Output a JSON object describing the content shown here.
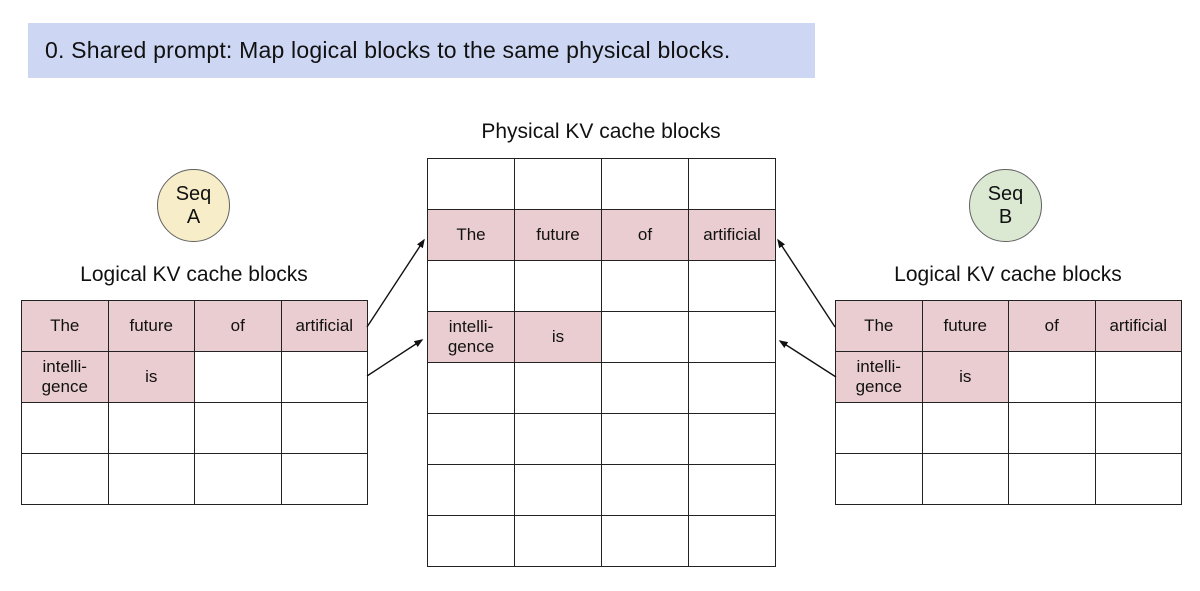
{
  "colors": {
    "banner_bg": "#cdd7f3",
    "filled_cell": "#eacdd0",
    "seq_a_bg": "#f7eec9",
    "seq_b_bg": "#dbe9d3",
    "grid_line": "#222222"
  },
  "banner": {
    "text": "0. Shared prompt: Map logical blocks to the same physical blocks."
  },
  "physical_blocks": {
    "title": "Physical KV cache blocks",
    "grid": [
      [
        {},
        {},
        {},
        {}
      ],
      [
        {
          "t": "The",
          "f": true
        },
        {
          "t": "future",
          "f": true
        },
        {
          "t": "of",
          "f": true
        },
        {
          "t": "artificial",
          "f": true
        }
      ],
      [
        {},
        {},
        {},
        {}
      ],
      [
        {
          "t": "intelli-\ngence",
          "f": true
        },
        {
          "t": "is",
          "f": true
        },
        {},
        {}
      ],
      [
        {},
        {},
        {},
        {}
      ],
      [
        {},
        {},
        {},
        {}
      ],
      [
        {},
        {},
        {},
        {}
      ],
      [
        {},
        {},
        {},
        {}
      ]
    ]
  },
  "sequence_a": {
    "badge": "Seq\nA",
    "title": "Logical KV cache blocks",
    "grid": [
      [
        {
          "t": "The",
          "f": true
        },
        {
          "t": "future",
          "f": true
        },
        {
          "t": "of",
          "f": true
        },
        {
          "t": "artificial",
          "f": true
        }
      ],
      [
        {
          "t": "intelli-\ngence",
          "f": true
        },
        {
          "t": "is",
          "f": true
        },
        {},
        {}
      ],
      [
        {},
        {},
        {},
        {}
      ],
      [
        {},
        {},
        {},
        {}
      ]
    ]
  },
  "sequence_b": {
    "badge": "Seq\nB",
    "title": "Logical KV cache blocks",
    "grid": [
      [
        {
          "t": "The",
          "f": true
        },
        {
          "t": "future",
          "f": true
        },
        {
          "t": "of",
          "f": true
        },
        {
          "t": "artificial",
          "f": true
        }
      ],
      [
        {
          "t": "intelli-\ngence",
          "f": true
        },
        {
          "t": "is",
          "f": true
        },
        {},
        {}
      ],
      [
        {},
        {},
        {},
        {}
      ],
      [
        {},
        {},
        {},
        {}
      ]
    ]
  }
}
